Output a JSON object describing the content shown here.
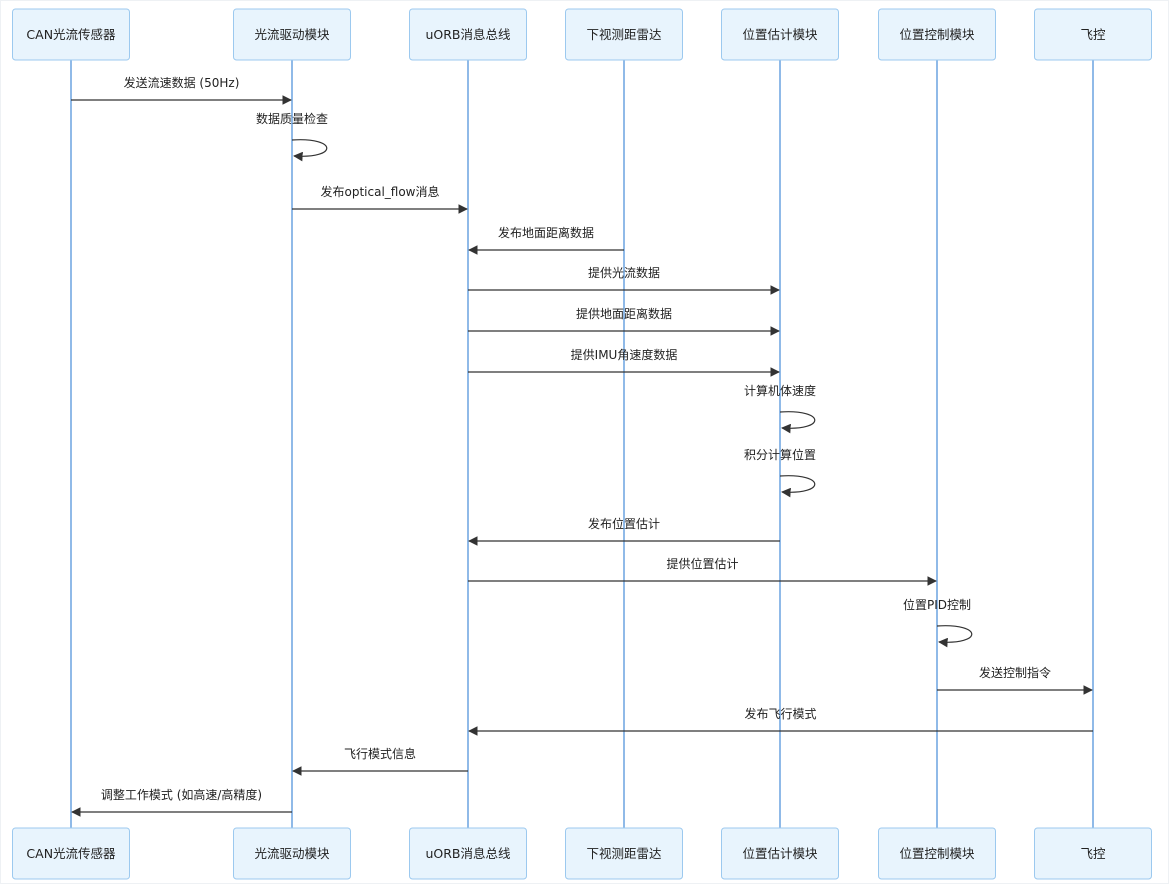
{
  "participants": [
    {
      "id": "can",
      "label": "CAN光流传感器"
    },
    {
      "id": "drv",
      "label": "光流驱动模块"
    },
    {
      "id": "uorb",
      "label": "uORB消息总线"
    },
    {
      "id": "radar",
      "label": "下视测距雷达"
    },
    {
      "id": "est",
      "label": "位置估计模块"
    },
    {
      "id": "ctrl",
      "label": "位置控制模块"
    },
    {
      "id": "fc",
      "label": "飞控"
    }
  ],
  "messages": [
    {
      "from": "can",
      "to": "drv",
      "label": "发送流速数据 (50Hz)"
    },
    {
      "from": "drv",
      "to": "drv",
      "label": "数据质量检查"
    },
    {
      "from": "drv",
      "to": "uorb",
      "label": "发布optical_flow消息"
    },
    {
      "from": "radar",
      "to": "uorb",
      "label": "发布地面距离数据"
    },
    {
      "from": "uorb",
      "to": "est",
      "label": "提供光流数据"
    },
    {
      "from": "uorb",
      "to": "est",
      "label": "提供地面距离数据"
    },
    {
      "from": "uorb",
      "to": "est",
      "label": "提供IMU角速度数据"
    },
    {
      "from": "est",
      "to": "est",
      "label": "计算机体速度"
    },
    {
      "from": "est",
      "to": "est",
      "label": "积分计算位置"
    },
    {
      "from": "est",
      "to": "uorb",
      "label": "发布位置估计"
    },
    {
      "from": "uorb",
      "to": "ctrl",
      "label": "提供位置估计"
    },
    {
      "from": "ctrl",
      "to": "ctrl",
      "label": "位置PID控制"
    },
    {
      "from": "ctrl",
      "to": "fc",
      "label": "发送控制指令"
    },
    {
      "from": "fc",
      "to": "uorb",
      "label": "发布飞行模式"
    },
    {
      "from": "uorb",
      "to": "drv",
      "label": "飞行模式信息"
    },
    {
      "from": "drv",
      "to": "can",
      "label": "调整工作模式 (如高速/高精度)"
    }
  ]
}
